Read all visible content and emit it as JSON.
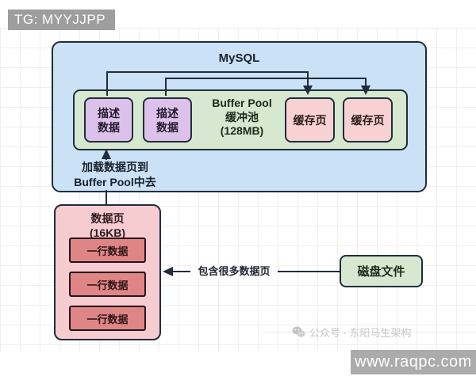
{
  "banner": {
    "text": "TG: MYYJJPP"
  },
  "diagram": {
    "mysql": {
      "title": "MySQL"
    },
    "buffer_pool": {
      "title_en": "Buffer Pool",
      "title_cn": "缓冲池",
      "size": "(128MB)",
      "descriptors": [
        {
          "line1": "描述",
          "line2": "数据"
        },
        {
          "line1": "描述",
          "line2": "数据"
        }
      ],
      "cache_pages": [
        "缓存页",
        "缓存页"
      ]
    },
    "load_label": {
      "line1": "加载数据页到",
      "line2": "Buffer Pool中去"
    },
    "data_page": {
      "title": "数据页",
      "size": "(16KB)",
      "rows": [
        "一行数据",
        "一行数据",
        "一行数据"
      ]
    },
    "disk_file": {
      "label": "磁盘文件"
    },
    "arrow_label": "包含很多数据页"
  },
  "watermarks": {
    "wechat_account": "公众号 · 东阳马生架构",
    "website": "www.raqpc.com"
  },
  "colors": {
    "mysql_box": "#cbe1f5",
    "buffer_pool_box": "#d6e8d0",
    "descriptor_box": "#dcc2ea",
    "cache_page_box": "#f8d2d3",
    "data_page_box": "#f6ccd1",
    "row_box": "#e08585",
    "disk_file_box": "#d6e8d0",
    "outline": "#1f2d3d",
    "banner_gray": "#9e9e9e",
    "watermark_gray": "#ababab"
  }
}
